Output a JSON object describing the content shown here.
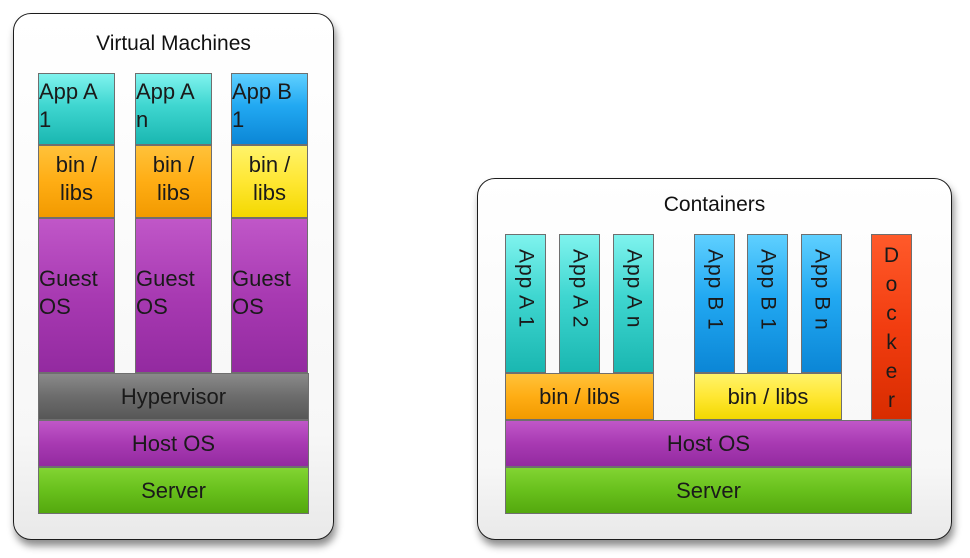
{
  "vm_panel": {
    "title": "Virtual Machines",
    "apps": [
      {
        "line1": "App A",
        "line2": "1"
      },
      {
        "line1": "App A",
        "line2": "n"
      },
      {
        "line1": "App B",
        "line2": "1"
      }
    ],
    "libs": [
      {
        "line1": "bin /",
        "line2": "libs"
      },
      {
        "line1": "bin /",
        "line2": "libs"
      },
      {
        "line1": "bin /",
        "line2": "libs"
      }
    ],
    "guest_os": [
      {
        "line1": "Guest",
        "line2": "OS"
      },
      {
        "line1": "Guest",
        "line2": "OS"
      },
      {
        "line1": "Guest",
        "line2": "OS"
      }
    ],
    "hypervisor": "Hypervisor",
    "host_os": "Host OS",
    "server": "Server"
  },
  "containers_panel": {
    "title": "Containers",
    "apps": [
      "App A 1",
      "App A 2",
      "App A n",
      "App B 1",
      "App B 1",
      "App B n"
    ],
    "libs_a": "bin / libs",
    "libs_b": "bin / libs",
    "docker": [
      "D",
      "o",
      "c",
      "k",
      "e",
      "r"
    ],
    "host_os": "Host OS",
    "server": "Server"
  },
  "colors": {
    "app_a": "#3fd6d0",
    "app_b": "#22a9f2",
    "libs_a": "#ffad14",
    "libs_b": "#ffe733",
    "os": "#a83ab2",
    "hypervisor": "#6c6c6c",
    "server": "#68c01c",
    "docker": "#f23d10"
  }
}
